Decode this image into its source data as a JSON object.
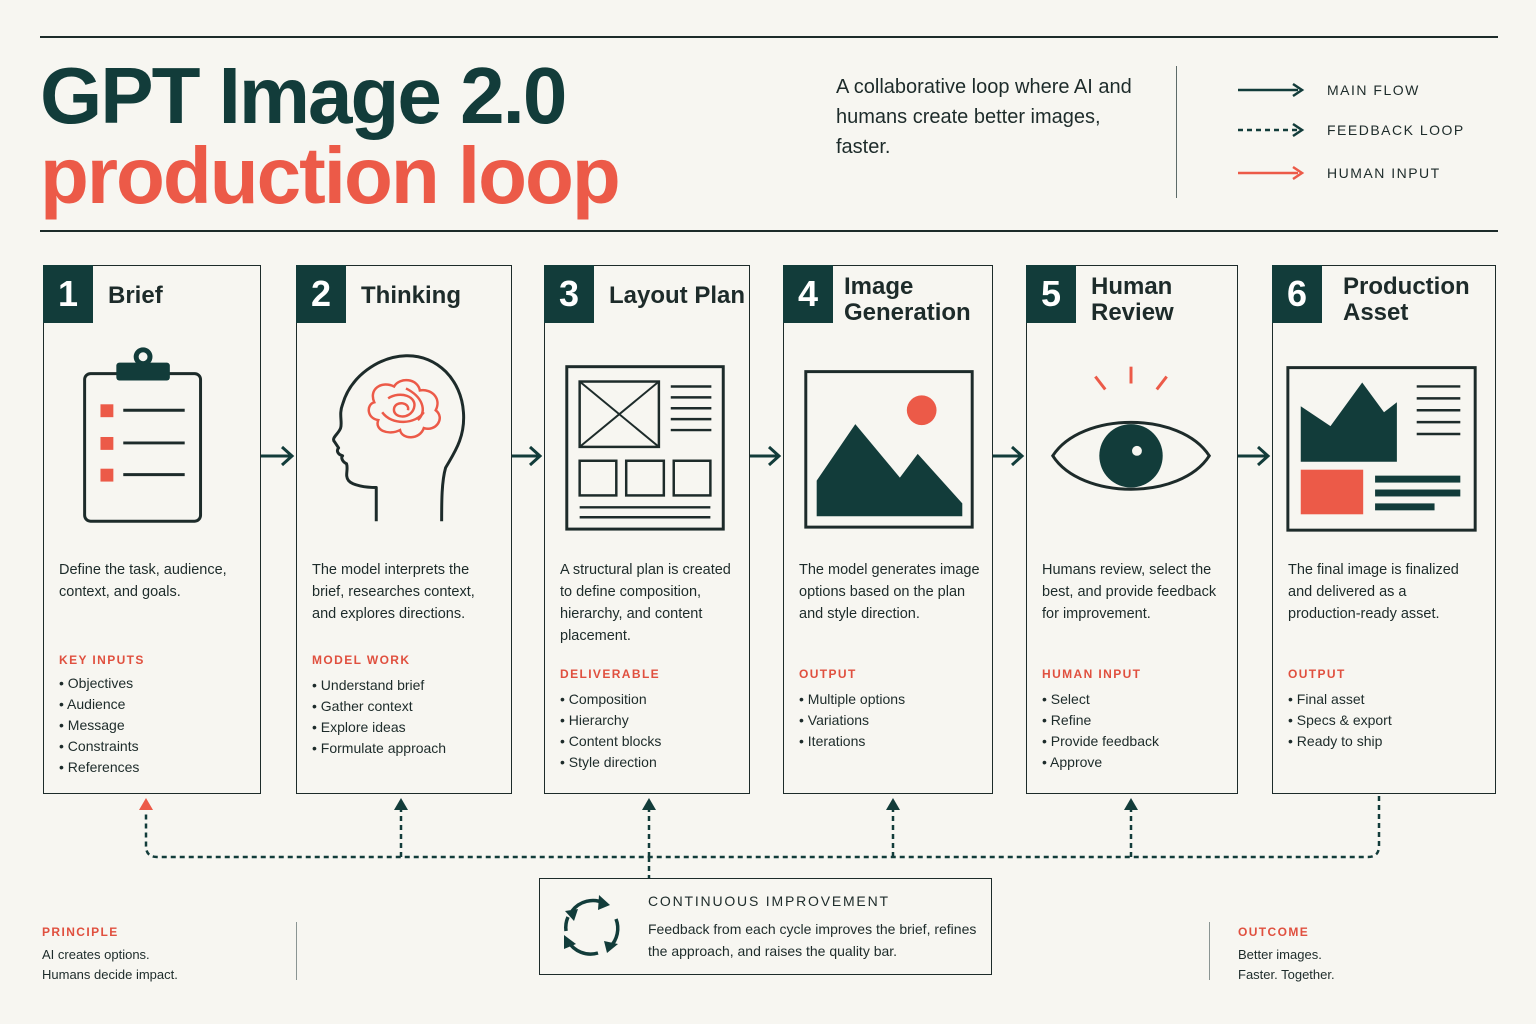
{
  "header": {
    "title_line1": "GPT Image 2.0",
    "title_line2": "production loop",
    "tagline": "A collaborative loop where AI and humans create better images, faster."
  },
  "legend": [
    {
      "label": "MAIN FLOW",
      "style": "solid",
      "color": "#123c3a"
    },
    {
      "label": "FEEDBACK LOOP",
      "style": "dashed",
      "color": "#123c3a"
    },
    {
      "label": "HUMAN INPUT",
      "style": "solid",
      "color": "#ec5a48"
    }
  ],
  "steps": [
    {
      "number": "1",
      "title": "Brief",
      "description": "Define the task, audience, context, and goals.",
      "section_label": "KEY INPUTS",
      "items": [
        "Objectives",
        "Audience",
        "Message",
        "Constraints",
        "References"
      ],
      "icon": "clipboard-icon"
    },
    {
      "number": "2",
      "title": "Thinking",
      "description": "The model interprets the brief, researches context, and explores directions.",
      "section_label": "MODEL WORK",
      "items": [
        "Understand brief",
        "Gather context",
        "Explore ideas",
        "Formulate approach"
      ],
      "icon": "head-brain-icon"
    },
    {
      "number": "3",
      "title": "Layout Plan",
      "description": "A structural plan is created to define composition, hierarchy, and content placement.",
      "section_label": "DELIVERABLE",
      "items": [
        "Composition",
        "Hierarchy",
        "Content blocks",
        "Style direction"
      ],
      "icon": "wireframe-icon"
    },
    {
      "number": "4",
      "title": "Image Generation",
      "description": "The model generates image options based on the plan and style direction.",
      "section_label": "OUTPUT",
      "items": [
        "Multiple options",
        "Variations",
        "Iterations"
      ],
      "icon": "image-icon"
    },
    {
      "number": "5",
      "title": "Human Review",
      "description": "Humans review, select the best, and provide feedback for improvement.",
      "section_label": "HUMAN INPUT",
      "items": [
        "Select",
        "Refine",
        "Provide feedback",
        "Approve"
      ],
      "icon": "eye-icon"
    },
    {
      "number": "6",
      "title": "Production Asset",
      "description": "The final image is finalized and delivered as a production-ready asset.",
      "section_label": "OUTPUT",
      "items": [
        "Final asset",
        "Specs & export",
        "Ready to ship"
      ],
      "icon": "document-image-icon"
    }
  ],
  "continuous_improvement": {
    "title": "CONTINUOUS IMPROVEMENT",
    "text": "Feedback from each cycle improves the brief, refines the approach, and raises the quality bar."
  },
  "principle": {
    "label": "PRINCIPLE",
    "line1": "AI creates options.",
    "line2": "Humans decide impact."
  },
  "outcome": {
    "label": "OUTCOME",
    "line1": "Better images.",
    "line2": "Faster. Together."
  },
  "colors": {
    "dark": "#123c3a",
    "accent": "#ec5a48",
    "background": "#f7f6f1",
    "ink": "#1d2b2a"
  }
}
